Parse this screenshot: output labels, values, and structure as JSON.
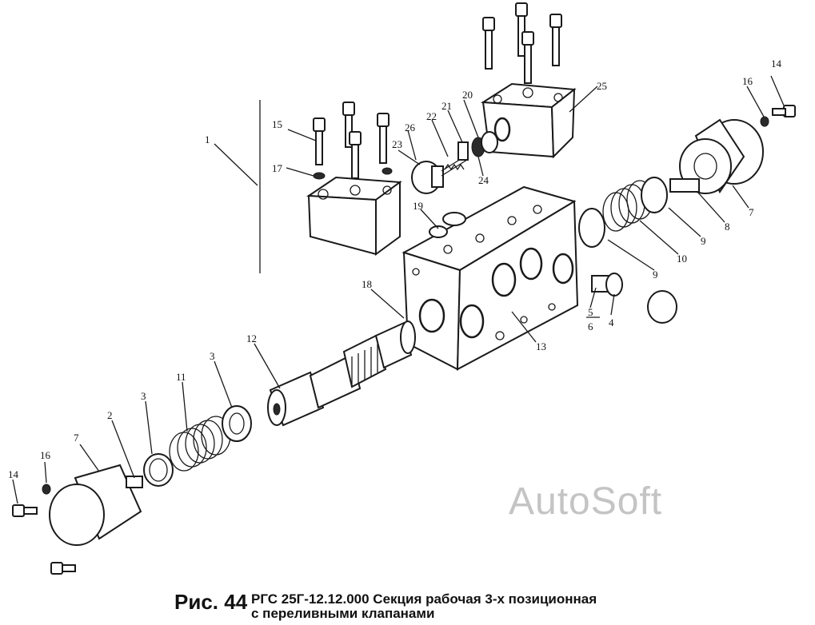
{
  "figure_number": "Рис. 44",
  "caption_line1": "РГС 25Г-12.12.000 Секция рабочая 3-х позиционная",
  "caption_line2": "с переливными клапанами",
  "watermark": "AutoSoft",
  "callouts": {
    "c1": "1",
    "c2": "2",
    "c3a": "3",
    "c3b": "3",
    "c4": "4",
    "c5": "5",
    "c6": "6",
    "c7a": "7",
    "c7b": "7",
    "c8": "8",
    "c9a": "9",
    "c9b": "9",
    "c10": "10",
    "c11": "11",
    "c12": "12",
    "c13": "13",
    "c14a": "14",
    "c14b": "14",
    "c15": "15",
    "c16a": "16",
    "c16b": "16",
    "c17": "17",
    "c18": "18",
    "c19": "19",
    "c20": "20",
    "c21": "21",
    "c22": "22",
    "c23": "23",
    "c24": "24",
    "c25": "25",
    "c26": "26"
  }
}
